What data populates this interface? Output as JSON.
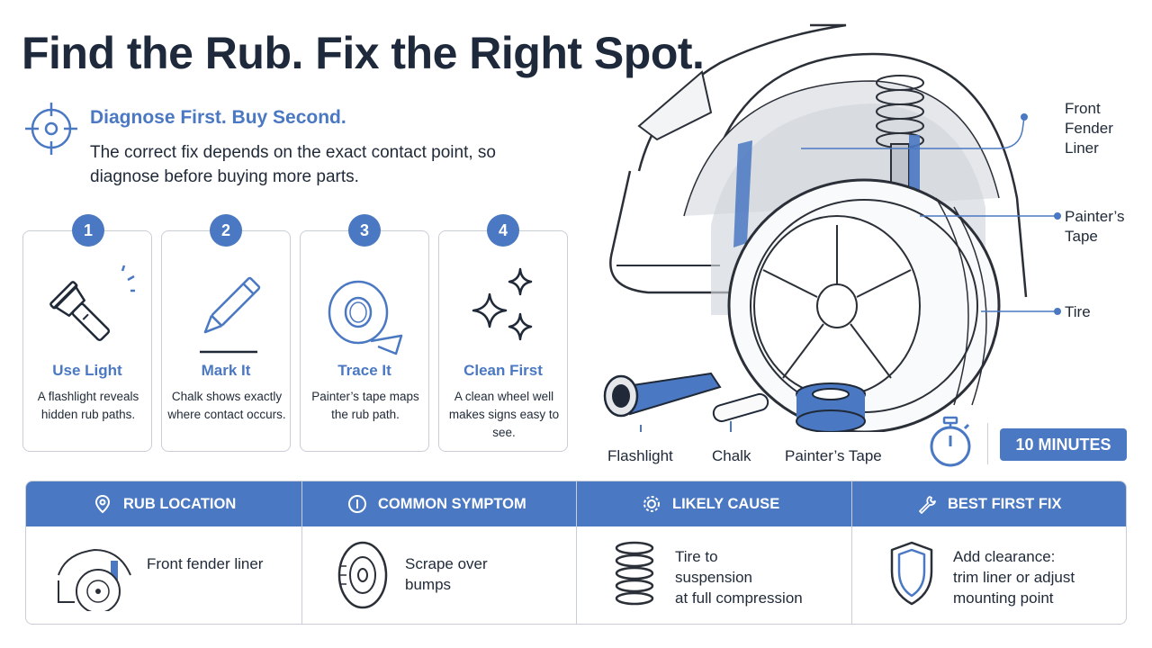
{
  "header": {
    "title": "Find the Rub. Fix the Right Spot.",
    "subtitle": "Diagnose First. Buy Second.",
    "description": "The correct fix depends on the exact contact point, so diagnose before buying more parts."
  },
  "steps": [
    {
      "number": "1",
      "title": "Use Light",
      "text": "A flashlight reveals hidden rub paths.",
      "icon": "flashlight-icon"
    },
    {
      "number": "2",
      "title": "Mark It",
      "text": "Chalk shows exactly where contact occurs.",
      "icon": "pencil-icon"
    },
    {
      "number": "3",
      "title": "Trace It",
      "text": "Painter’s tape maps the rub path.",
      "icon": "tape-roll-icon"
    },
    {
      "number": "4",
      "title": "Clean First",
      "text": "A clean wheel well makes signs easy to see.",
      "icon": "sparkle-icon"
    }
  ],
  "callouts": {
    "fender_liner": [
      "Front",
      "Fender",
      "Liner"
    ],
    "painters_tape": [
      "Painter’s",
      "Tape"
    ],
    "tire": "Tire"
  },
  "tools": {
    "flashlight": "Flashlight",
    "chalk": "Chalk",
    "tape": "Painter’s Tape"
  },
  "timer": {
    "label": "10 MINUTES",
    "icon": "stopwatch-icon"
  },
  "table": {
    "headers": [
      {
        "label": "RUB LOCATION",
        "icon": "location-pin-icon"
      },
      {
        "label": "COMMON SYMPTOM",
        "icon": "info-icon"
      },
      {
        "label": "LIKELY CAUSE",
        "icon": "gear-icon"
      },
      {
        "label": "BEST FIRST FIX",
        "icon": "wrench-icon"
      }
    ],
    "cells": [
      [
        "Front fender liner"
      ],
      [
        "Scrape over",
        "bumps"
      ],
      [
        "Tire to",
        "suspension",
        "at full compression"
      ],
      [
        "Add clearance:",
        "trim liner or adjust",
        "mounting point"
      ]
    ]
  },
  "colors": {
    "accent": "#4a78c2",
    "title": "#1e2a3b",
    "border": "#c9ced6"
  }
}
